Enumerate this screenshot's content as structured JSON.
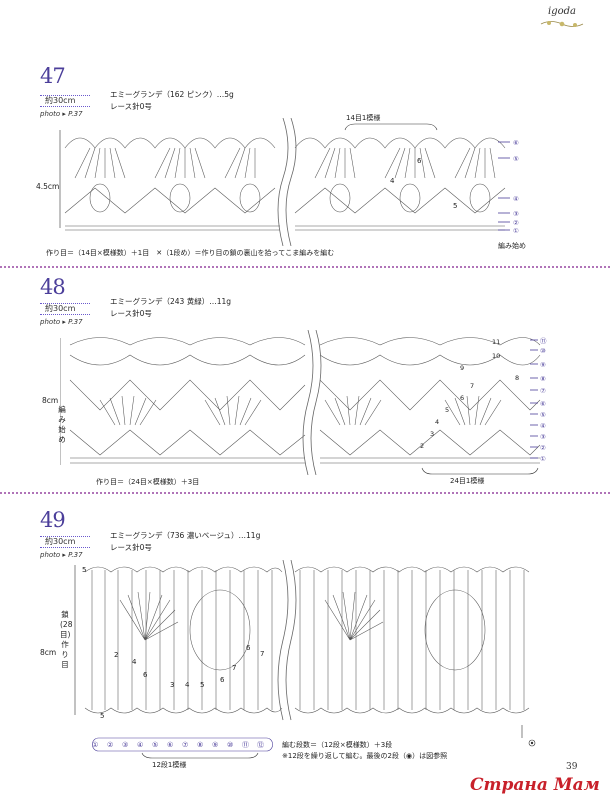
{
  "logo": {
    "text": "igoda"
  },
  "patterns": [
    {
      "number": "47",
      "width_label": "約30cm",
      "photo_ref": "photo ▸ P.37",
      "yarn": "エミーグランデ（162 ピンク）…5g",
      "hook": "レース針0号",
      "height": "4.5cm",
      "repeat_label": "14目1模様",
      "start_label": "編み始め",
      "foundation_note": "作り目＝（14目×模様数）＋1目　✕（1段め）＝作り目の鎖の裏山を拾ってこま編みを編む",
      "rows": [
        "⑥",
        "⑤",
        "④",
        "③",
        "②",
        "①"
      ],
      "inner_numbers": [
        "6",
        "5",
        "4"
      ]
    },
    {
      "number": "48",
      "width_label": "約30cm",
      "photo_ref": "photo ▸ P.37",
      "yarn": "エミーグランデ（243 黄緑）…11g",
      "hook": "レース針0号",
      "height": "8cm",
      "start_label": "編み始め",
      "repeat_label": "24目1模様",
      "foundation_note": "作り目＝（24目×模様数）＋3目",
      "rows": [
        "⑪",
        "⑩",
        "⑨",
        "⑧",
        "⑦",
        "⑥",
        "⑤",
        "④",
        "③",
        "②",
        "①"
      ],
      "inner_numbers": [
        "11",
        "10",
        "9",
        "8",
        "7",
        "6",
        "5",
        "4",
        "3",
        "2"
      ]
    },
    {
      "number": "49",
      "width_label": "約30cm",
      "photo_ref": "photo ▸ P.37",
      "yarn": "エミーグランデ（736 濃いベージュ）…11g",
      "hook": "レース針0号",
      "height": "8cm",
      "chain_label": "鎖(28目)作り目",
      "repeat_label": "12段1模様",
      "rows_note_1": "編む段数＝（12段×模様数）＋3段",
      "rows_note_2": "※12段を繰り返して編む。最後の2段（◉）は図参照",
      "rows": [
        "①",
        "②",
        "③",
        "④",
        "⑤",
        "⑥",
        "⑦",
        "⑧",
        "⑨",
        "⑩",
        "⑪",
        "⑫"
      ],
      "inner_numbers": [
        "5",
        "2",
        "4",
        "6",
        "3",
        "4",
        "5",
        "6",
        "7",
        "7",
        "6",
        "5"
      ]
    }
  ],
  "page_number": "39",
  "watermark": "Страна Мам",
  "colors": {
    "accent": "#4b3e9a",
    "separator": "#b073b8",
    "watermark": "#c8202a"
  }
}
